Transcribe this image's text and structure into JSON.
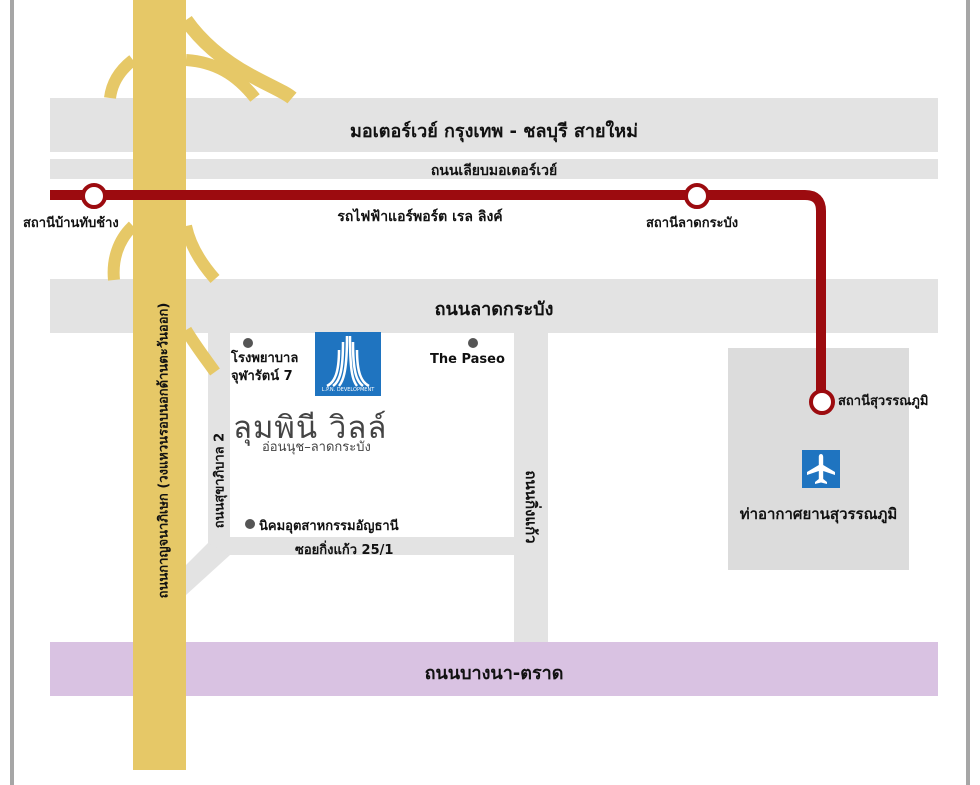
{
  "roads": {
    "motorway": "มอเตอร์เวย์   กรุงเทพ - ชลบุรี สายใหม่",
    "motorway_frontage": "ถนนเลียบมอเตอร์เวย์",
    "lat_krabang": "ถนนลาดกระบัง",
    "kanchanaphisek": "ถนนกาญจนาภิเษก (วงแหวนรอบนอกด้านตะวันออก)",
    "sukhaphiban_2": "ถนนสุขาภิบาล 2",
    "king_kaeo": "ถนนกิ่งแก้ว",
    "soi_king_kaeo": "ซอยกิ่งแก้ว 25/1",
    "bangna_trat": "ถนนบางนา-ตราด"
  },
  "rail": {
    "line_name": "รถไฟฟ้าแอร์พอร์ต เรล ลิงค์",
    "color": "#9c0b0f",
    "stations": [
      {
        "name": "สถานีบ้านทับช้าง"
      },
      {
        "name": "สถานีลาดกระบัง"
      },
      {
        "name": "สถานีสุวรรณภูมิ"
      }
    ]
  },
  "pois": {
    "hospital": "โรงพยาบาล\nจุฬารัตน์ 7",
    "paseo": "The Paseo",
    "industrial": "นิคมอุตสาหกรรมอัญธานี",
    "airport": "ท่าอากาศยานสุวรรณภูมิ"
  },
  "project": {
    "name": "ลุมพินี วิลล์",
    "subtitle": "อ่อนนุช–ลาดกระบัง",
    "logo_caption": "L.P.N. DEVELOPMENT",
    "logo_color": "#1f74c0"
  },
  "colors": {
    "road_gray": "#e3e3e3",
    "expressway": "#e6c867",
    "bangna_trat": "#d9c2e2",
    "airport_zone": "#dcdcdc",
    "airport_icon": "#1f74c0"
  },
  "icons": {
    "airport": "airplane-icon",
    "station": "station-circle-icon",
    "poi": "map-pin-dot-icon"
  }
}
